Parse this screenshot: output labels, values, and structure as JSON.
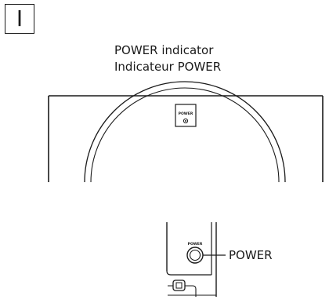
{
  "section_marker": "I",
  "callouts": {
    "indicator_en": "POWER indicator",
    "indicator_fr": "Indicateur POWER",
    "power_button": "POWER"
  },
  "panel_labels": {
    "indicator_panel": "POWER",
    "button_panel": "POWER"
  },
  "colors": {
    "line": "#1a1a1a",
    "background": "#ffffff"
  }
}
